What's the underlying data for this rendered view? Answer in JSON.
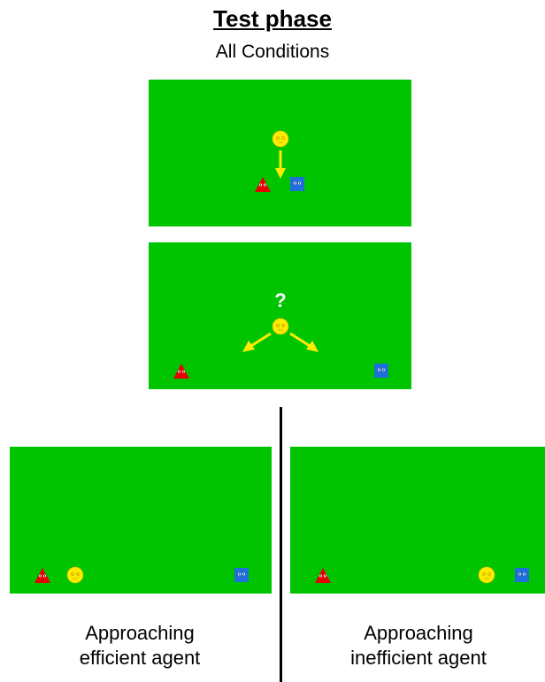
{
  "title": "Test phase",
  "subtitle": "All Conditions",
  "question_mark": "?",
  "captions": {
    "left_line1": "Approaching",
    "left_line2": "efficient agent",
    "right_line1": "Approaching",
    "right_line2": "inefficient agent"
  },
  "colors": {
    "background_green": "#00c400",
    "agent_yellow": "#ffeb00",
    "arrow_yellow": "#ffeb00",
    "triangle_red": "#e60000",
    "square_blue": "#1e6fd9",
    "divider": "#000000",
    "question_mark": "#ffffff"
  }
}
